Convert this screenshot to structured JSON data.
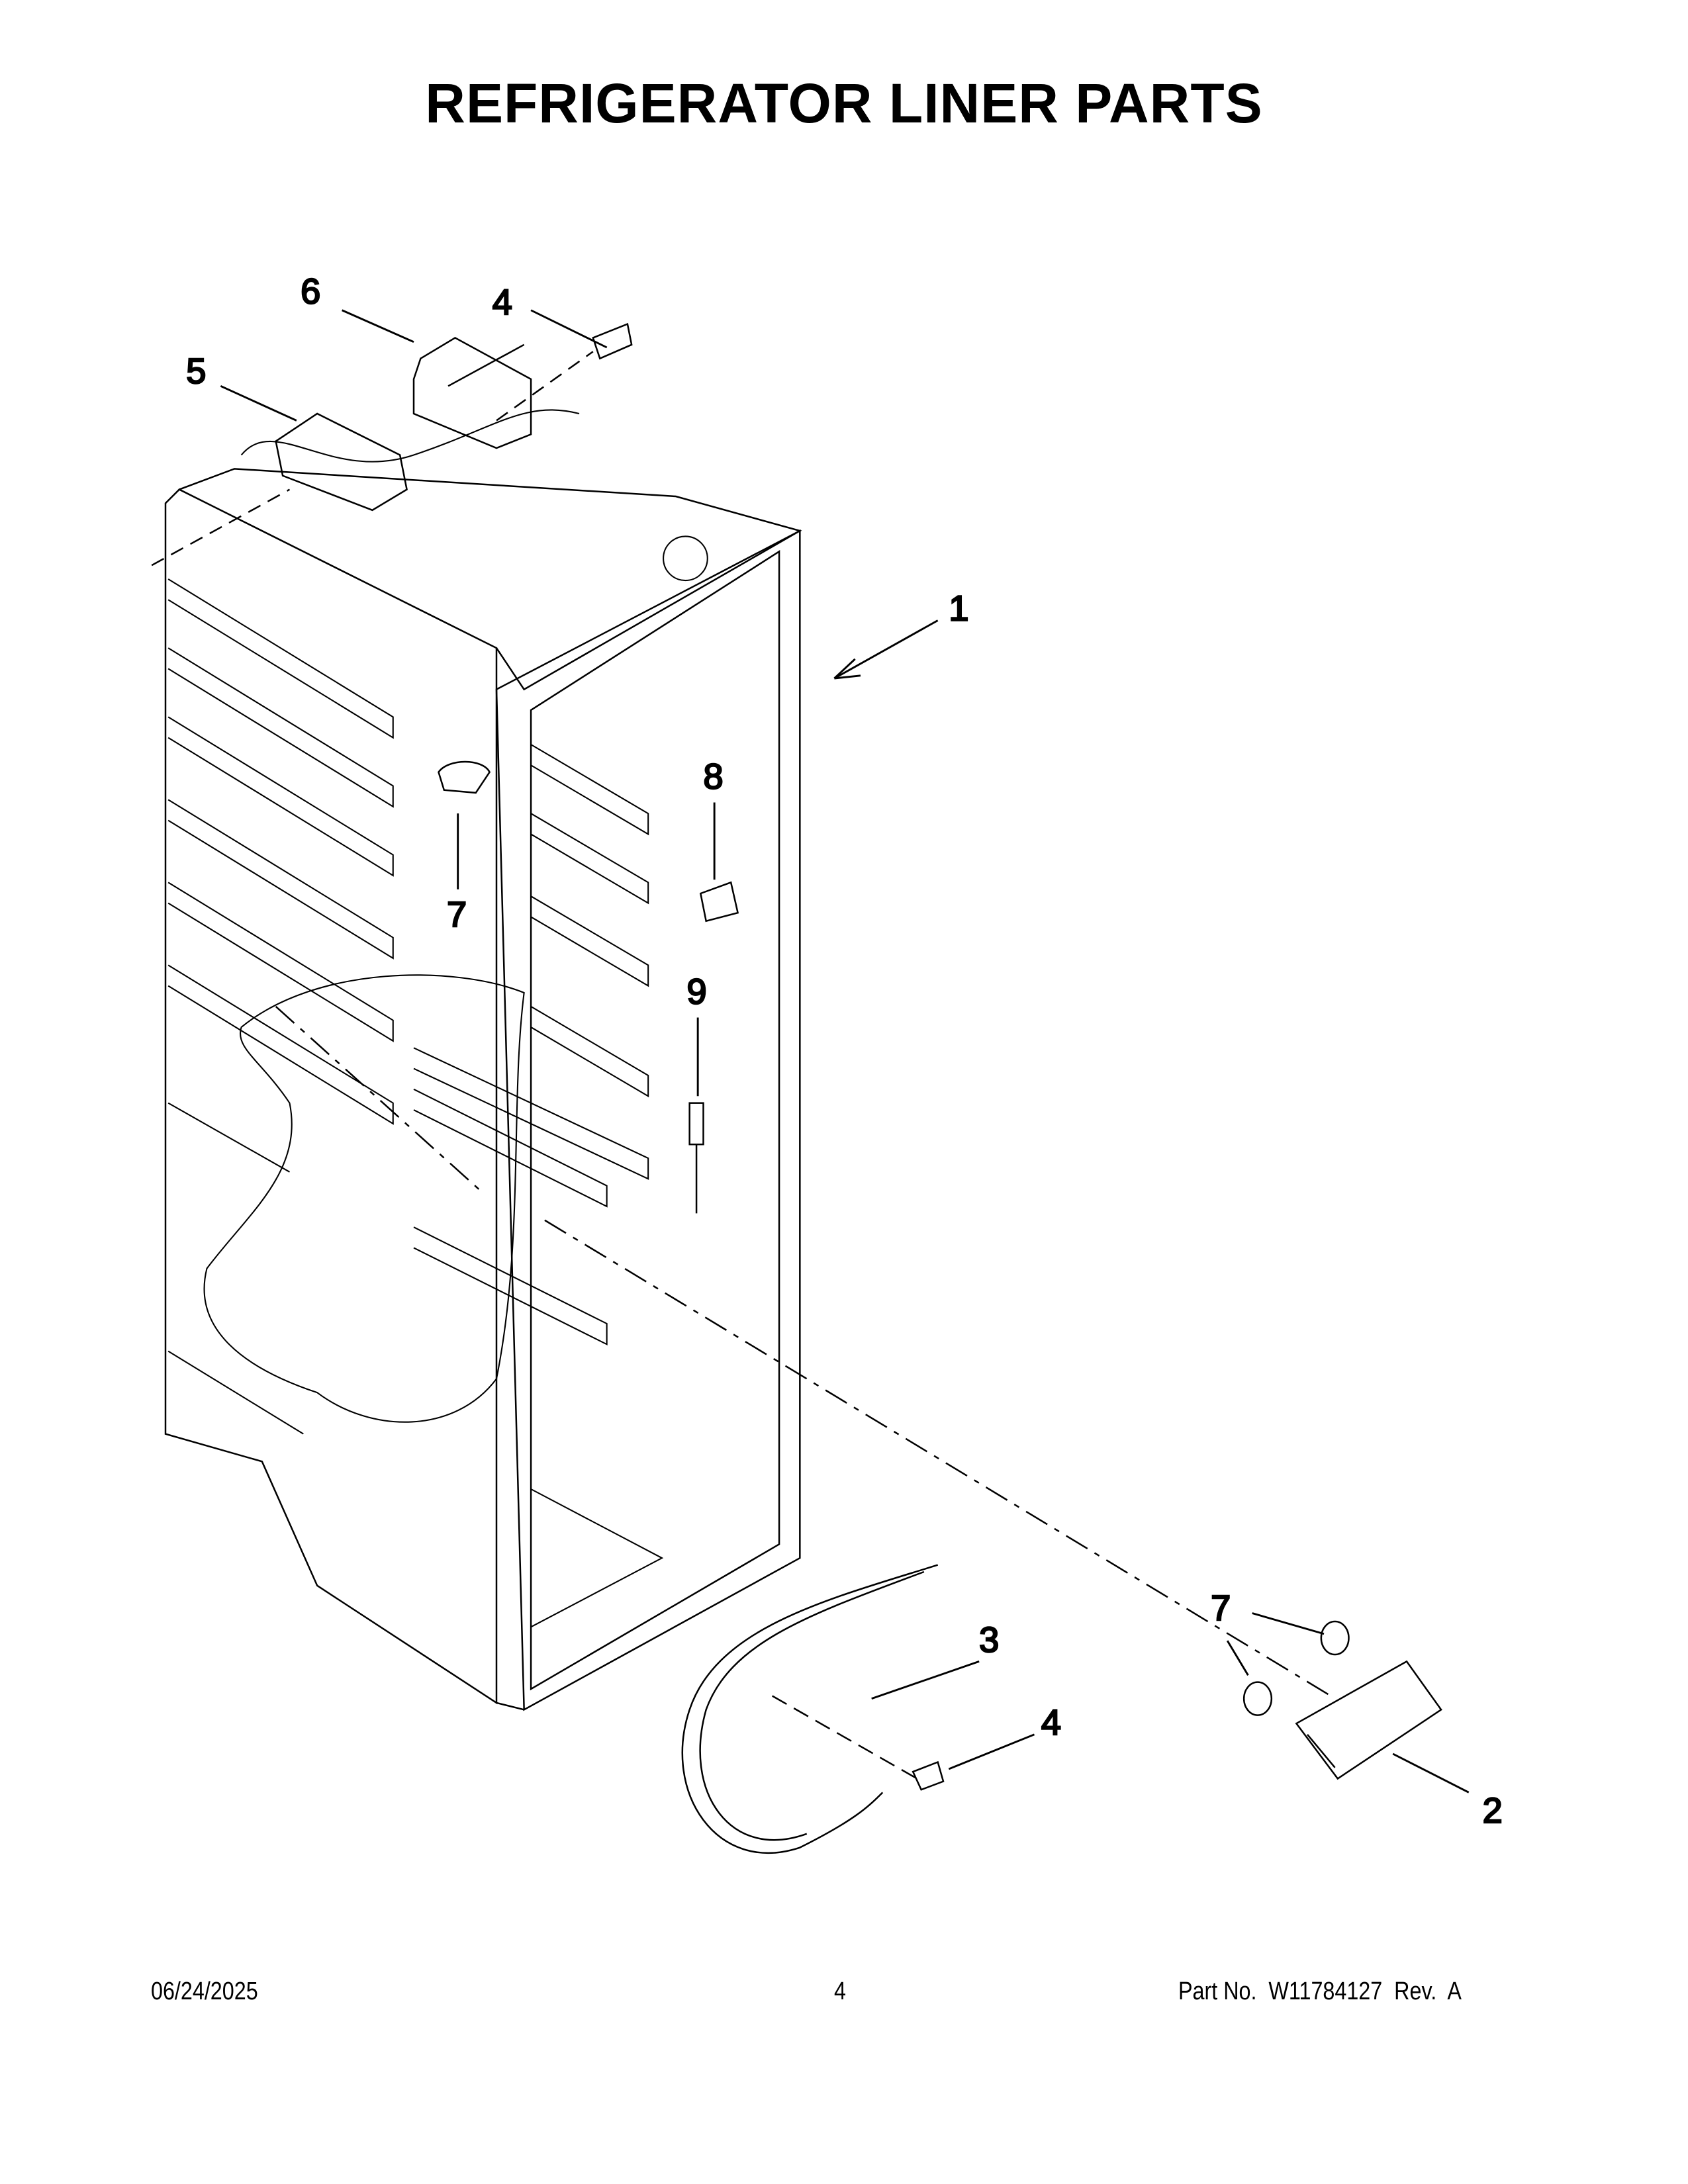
{
  "page": {
    "title": "REFRIGERATOR LINER PARTS"
  },
  "callouts": {
    "c1": "1",
    "c2": "2",
    "c3": "3",
    "c4_top": "4",
    "c4_bottom": "4",
    "c5": "5",
    "c6": "6",
    "c7_liner": "7",
    "c7_light": "7",
    "c8": "8",
    "c9": "9"
  },
  "footer": {
    "date": "06/24/2025",
    "page_number": "4",
    "part_number": "Part No.  W11784127  Rev.  A"
  }
}
